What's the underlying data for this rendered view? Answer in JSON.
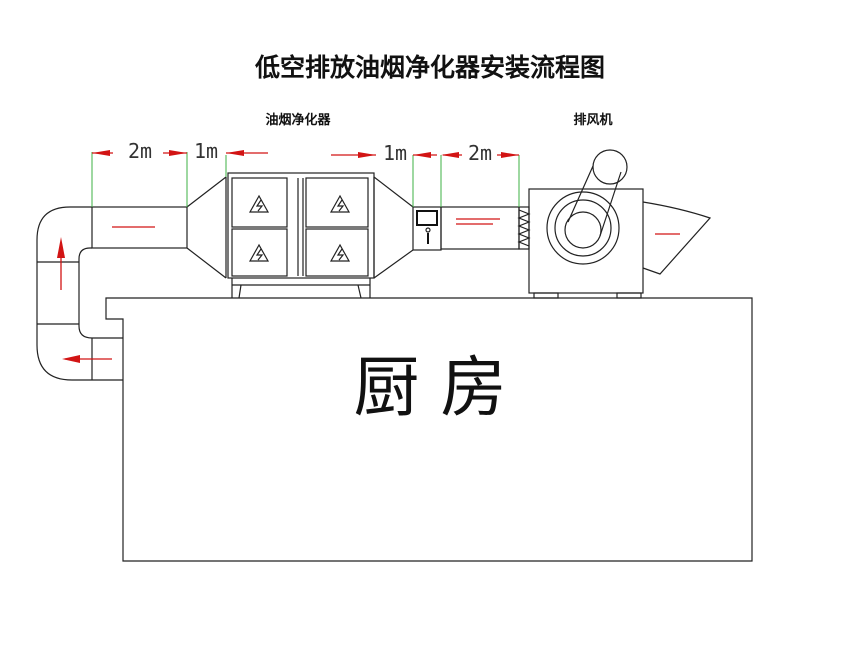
{
  "title": "低空排放油烟净化器安装流程图",
  "labels": {
    "purifier": "油烟净化器",
    "fan": "排风机",
    "kitchen": "厨 房"
  },
  "dimensions": {
    "d1": "2m",
    "d2": "1m",
    "d3": "1m",
    "d4": "2m"
  },
  "colors": {
    "arrow": "#d21414",
    "dimension_line": "#3cb043",
    "line": "#222222"
  }
}
